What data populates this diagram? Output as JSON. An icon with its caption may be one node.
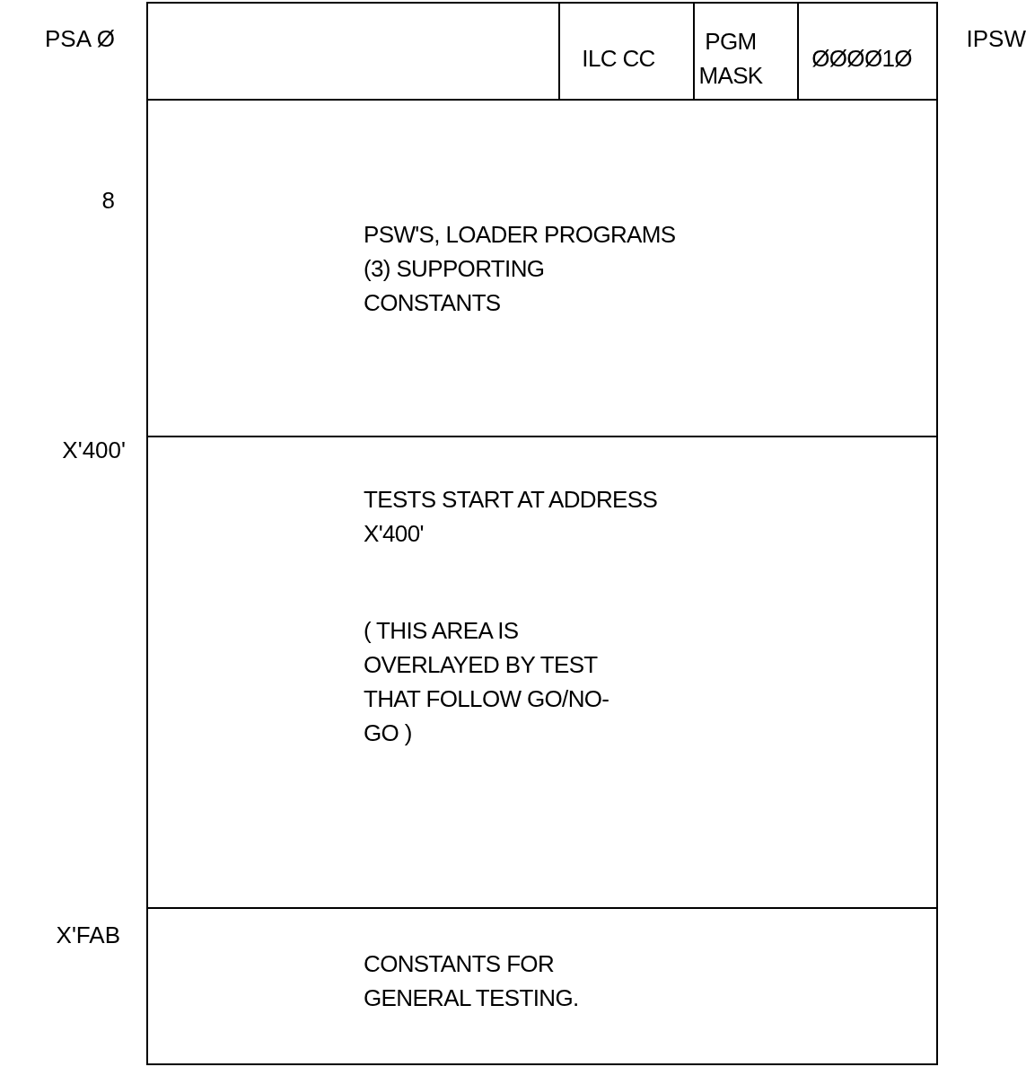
{
  "diagram": {
    "nodes": [
      {
        "text": [],
        "shape": "box"
      },
      {
        "text": [
          "ILC CC"
        ]
      },
      {
        "text": [
          "PGM MASK"
        ]
      },
      {
        "text": [
          "ØØØØ1Ø"
        ]
      },
      {
        "text": [
          "PSW'S, LOADER PROGRAMS (3) SUPPORTING CONSTANTS"
        ]
      },
      {
        "text": [
          "TESTS START AT ADDRESS X'400'",
          "( THIS AREA IS OVERLAYED BY TEST THAT FOLLOW GO/NO-GO )"
        ]
      },
      {
        "text": [
          "CONSTANTS FOR GENERAL TESTING."
        ]
      }
    ],
    "labels": [
      "PSA Ø",
      "IPSW",
      "8",
      "X'400'",
      "X'FAB"
    ]
  }
}
